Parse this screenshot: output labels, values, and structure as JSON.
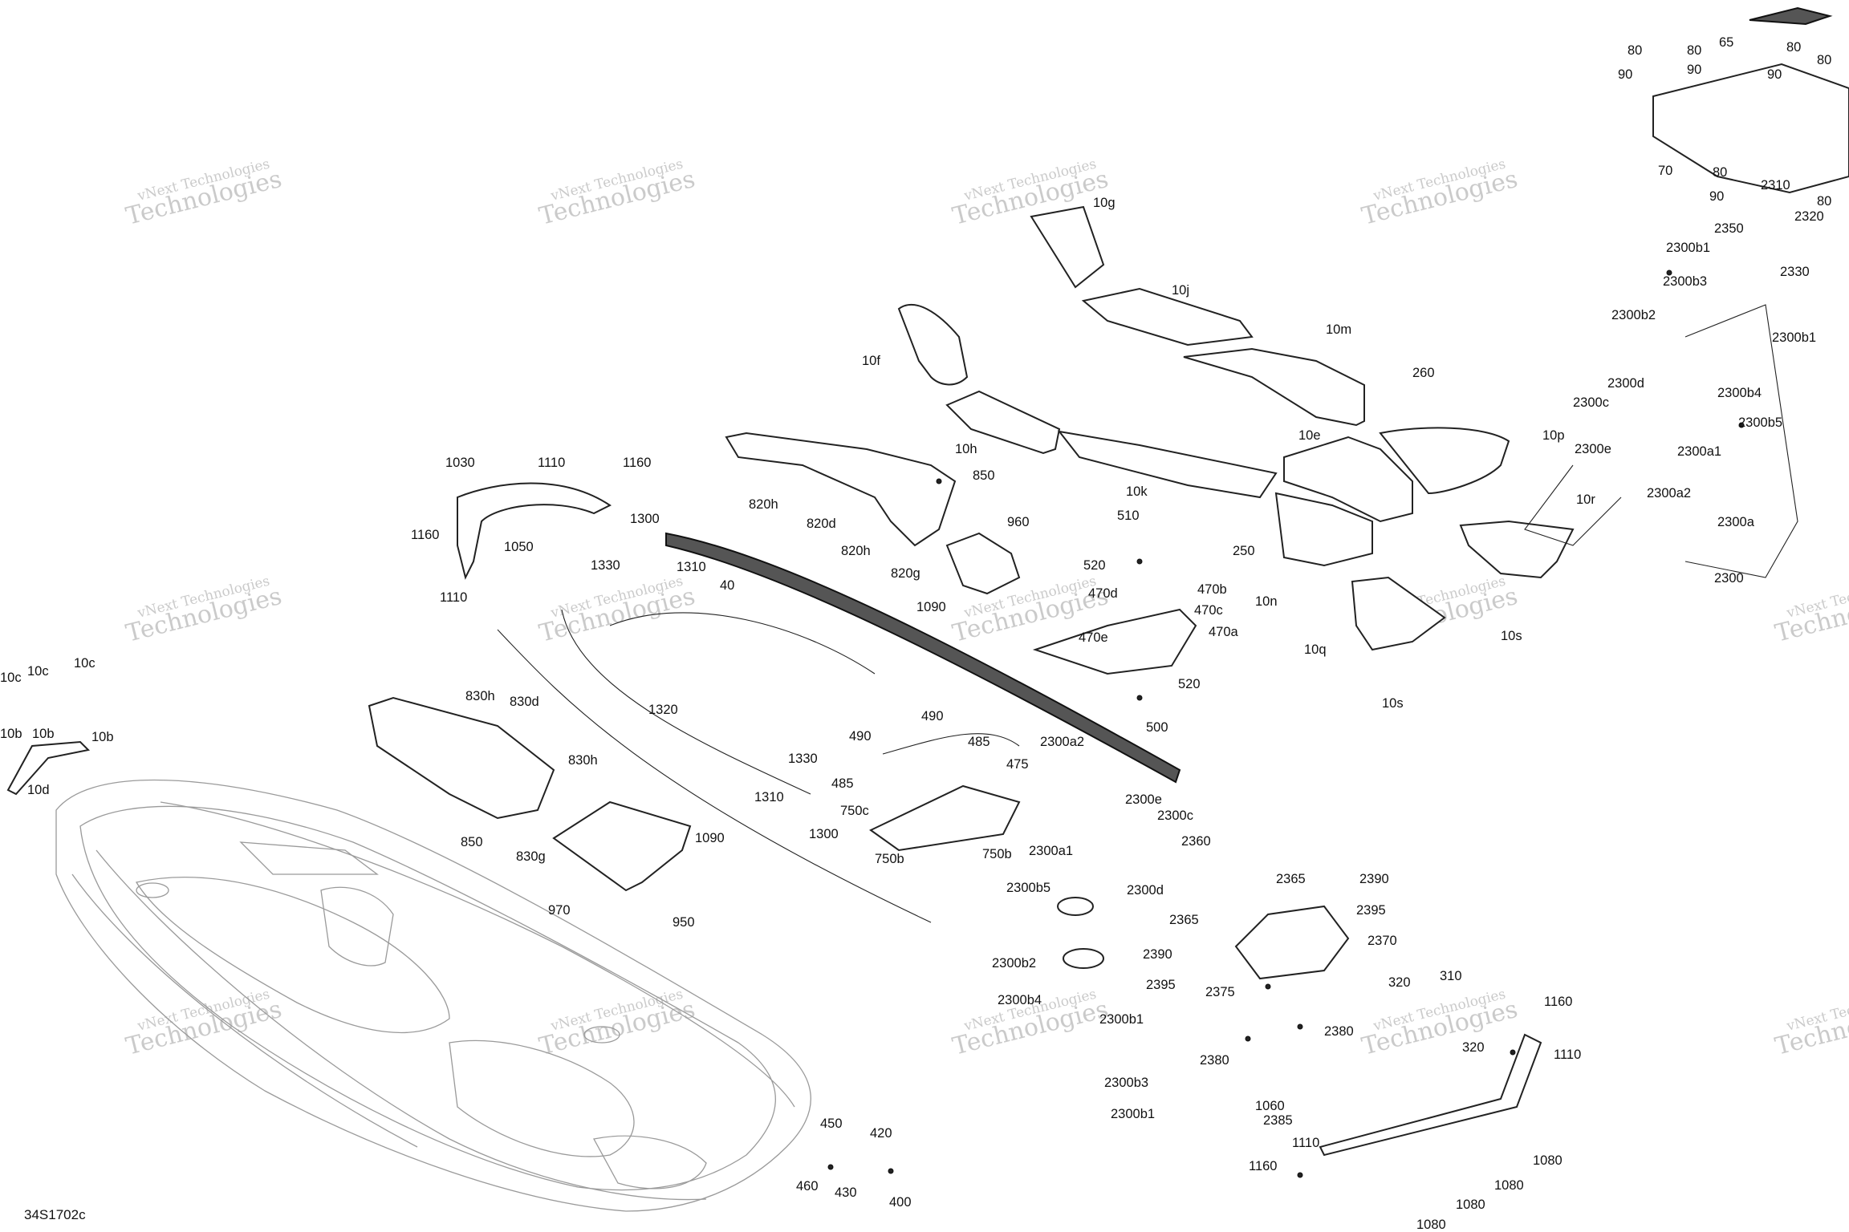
{
  "drawing": {
    "reference_code": "34S1702c",
    "watermark_line_1": "vNext Technologies",
    "watermark_line_2": "Technologies"
  },
  "callouts": [
    {
      "id": "c80a",
      "text": "80"
    },
    {
      "id": "c90a",
      "text": "90"
    },
    {
      "id": "c80b",
      "text": "80"
    },
    {
      "id": "c90b",
      "text": "90"
    },
    {
      "id": "c65",
      "text": "65"
    },
    {
      "id": "c80c",
      "text": "80"
    },
    {
      "id": "c90c",
      "text": "90"
    },
    {
      "id": "c80d",
      "text": "80"
    },
    {
      "id": "c70",
      "text": "70"
    },
    {
      "id": "c80e",
      "text": "80"
    },
    {
      "id": "c90d",
      "text": "90"
    },
    {
      "id": "c2310",
      "text": "2310"
    },
    {
      "id": "c80f",
      "text": "80"
    },
    {
      "id": "c2320",
      "text": "2320"
    },
    {
      "id": "c2350",
      "text": "2350"
    },
    {
      "id": "c2330",
      "text": "2330"
    },
    {
      "id": "c2300b1a",
      "text": "2300b1"
    },
    {
      "id": "c2300b3a",
      "text": "2300b3"
    },
    {
      "id": "c2300b2a",
      "text": "2300b2"
    },
    {
      "id": "c2300b1b",
      "text": "2300b1"
    },
    {
      "id": "c2300b4a",
      "text": "2300b4"
    },
    {
      "id": "c2300d_a",
      "text": "2300d"
    },
    {
      "id": "c2300c_a",
      "text": "2300c"
    },
    {
      "id": "c2300b5a",
      "text": "2300b5"
    },
    {
      "id": "c2300e_a",
      "text": "2300e"
    },
    {
      "id": "c2300a1a",
      "text": "2300a1"
    },
    {
      "id": "c2300a2a",
      "text": "2300a2"
    },
    {
      "id": "c2300a",
      "text": "2300a"
    },
    {
      "id": "c2300",
      "text": "2300"
    },
    {
      "id": "c10g",
      "text": "10g"
    },
    {
      "id": "c10j",
      "text": "10j"
    },
    {
      "id": "c10m",
      "text": "10m"
    },
    {
      "id": "c260",
      "text": "260"
    },
    {
      "id": "c10f",
      "text": "10f"
    },
    {
      "id": "c10h",
      "text": "10h"
    },
    {
      "id": "c10e",
      "text": "10e"
    },
    {
      "id": "c10p",
      "text": "10p"
    },
    {
      "id": "c10k",
      "text": "10k"
    },
    {
      "id": "c10r",
      "text": "10r"
    },
    {
      "id": "c250",
      "text": "250"
    },
    {
      "id": "c10n",
      "text": "10n"
    },
    {
      "id": "c10q",
      "text": "10q"
    },
    {
      "id": "c10s_a",
      "text": "10s"
    },
    {
      "id": "c10s_b",
      "text": "10s"
    },
    {
      "id": "c850a",
      "text": "850"
    },
    {
      "id": "c820h_a",
      "text": "820h"
    },
    {
      "id": "c820d_a",
      "text": "820d"
    },
    {
      "id": "c820h_b",
      "text": "820h"
    },
    {
      "id": "c820g",
      "text": "820g"
    },
    {
      "id": "c960",
      "text": "960"
    },
    {
      "id": "c510",
      "text": "510"
    },
    {
      "id": "c520a",
      "text": "520"
    },
    {
      "id": "c470b",
      "text": "470b"
    },
    {
      "id": "c470d",
      "text": "470d"
    },
    {
      "id": "c470c",
      "text": "470c"
    },
    {
      "id": "c470e",
      "text": "470e"
    },
    {
      "id": "c470a",
      "text": "470a"
    },
    {
      "id": "c520b",
      "text": "520"
    },
    {
      "id": "c500",
      "text": "500"
    },
    {
      "id": "c1030",
      "text": "1030"
    },
    {
      "id": "c1110a",
      "text": "1110"
    },
    {
      "id": "c1160a",
      "text": "1160"
    },
    {
      "id": "c1160b",
      "text": "1160"
    },
    {
      "id": "c1050",
      "text": "1050"
    },
    {
      "id": "c1110b",
      "text": "1110"
    },
    {
      "id": "c1300a",
      "text": "1300"
    },
    {
      "id": "c1330a",
      "text": "1330"
    },
    {
      "id": "c1310a",
      "text": "1310"
    },
    {
      "id": "c40",
      "text": "40"
    },
    {
      "id": "c1090a",
      "text": "1090"
    },
    {
      "id": "c10c_a",
      "text": "10c"
    },
    {
      "id": "c10c_b",
      "text": "10c"
    },
    {
      "id": "c10c_c",
      "text": "10c"
    },
    {
      "id": "c10b_a",
      "text": "10b"
    },
    {
      "id": "c10b_b",
      "text": "10b"
    },
    {
      "id": "c10b_c",
      "text": "10b"
    },
    {
      "id": "c10d",
      "text": "10d"
    },
    {
      "id": "c830h_a",
      "text": "830h"
    },
    {
      "id": "c830d",
      "text": "830d"
    },
    {
      "id": "c830h_b",
      "text": "830h"
    },
    {
      "id": "c850b",
      "text": "850"
    },
    {
      "id": "c830g",
      "text": "830g"
    },
    {
      "id": "c1320",
      "text": "1320"
    },
    {
      "id": "c1090b",
      "text": "1090"
    },
    {
      "id": "c1330b",
      "text": "1330"
    },
    {
      "id": "c1310b",
      "text": "1310"
    },
    {
      "id": "c1300b",
      "text": "1300"
    },
    {
      "id": "c950",
      "text": "950"
    },
    {
      "id": "c970",
      "text": "970"
    },
    {
      "id": "c490a",
      "text": "490"
    },
    {
      "id": "c490b",
      "text": "490"
    },
    {
      "id": "c485a",
      "text": "485"
    },
    {
      "id": "c475",
      "text": "475"
    },
    {
      "id": "c485b",
      "text": "485"
    },
    {
      "id": "c750c",
      "text": "750c"
    },
    {
      "id": "c750b_a",
      "text": "750b"
    },
    {
      "id": "c750b_b",
      "text": "750b"
    },
    {
      "id": "c2300a2b",
      "text": "2300a2"
    },
    {
      "id": "c2300e_b",
      "text": "2300e"
    },
    {
      "id": "c2300c_b",
      "text": "2300c"
    },
    {
      "id": "c2300a1b",
      "text": "2300a1"
    },
    {
      "id": "c2360",
      "text": "2360"
    },
    {
      "id": "c2300d_b",
      "text": "2300d"
    },
    {
      "id": "c2300b5b",
      "text": "2300b5"
    },
    {
      "id": "c2300b2b",
      "text": "2300b2"
    },
    {
      "id": "c2300b4b",
      "text": "2300b4"
    },
    {
      "id": "c2300b1c",
      "text": "2300b1"
    },
    {
      "id": "c2300b3b",
      "text": "2300b3"
    },
    {
      "id": "c2300b1d",
      "text": "2300b1"
    },
    {
      "id": "c2365a",
      "text": "2365"
    },
    {
      "id": "c2390a",
      "text": "2390"
    },
    {
      "id": "c2395a",
      "text": "2395"
    },
    {
      "id": "c2365b",
      "text": "2365"
    },
    {
      "id": "c2370",
      "text": "2370"
    },
    {
      "id": "c2390b",
      "text": "2390"
    },
    {
      "id": "c2395b",
      "text": "2395"
    },
    {
      "id": "c2375",
      "text": "2375"
    },
    {
      "id": "c2380a",
      "text": "2380"
    },
    {
      "id": "c2380b",
      "text": "2380"
    },
    {
      "id": "c2385",
      "text": "2385"
    },
    {
      "id": "c320a",
      "text": "320"
    },
    {
      "id": "c310",
      "text": "310"
    },
    {
      "id": "c320b",
      "text": "320"
    },
    {
      "id": "c1160c",
      "text": "1160"
    },
    {
      "id": "c1110c",
      "text": "1110"
    },
    {
      "id": "c1060",
      "text": "1060"
    },
    {
      "id": "c1110d",
      "text": "1110"
    },
    {
      "id": "c1160d",
      "text": "1160"
    },
    {
      "id": "c1080a",
      "text": "1080"
    },
    {
      "id": "c1080b",
      "text": "1080"
    },
    {
      "id": "c1080c",
      "text": "1080"
    },
    {
      "id": "c1080d",
      "text": "1080"
    },
    {
      "id": "c450",
      "text": "450"
    },
    {
      "id": "c420",
      "text": "420"
    },
    {
      "id": "c460",
      "text": "460"
    },
    {
      "id": "c430",
      "text": "430"
    },
    {
      "id": "c400",
      "text": "400"
    }
  ]
}
